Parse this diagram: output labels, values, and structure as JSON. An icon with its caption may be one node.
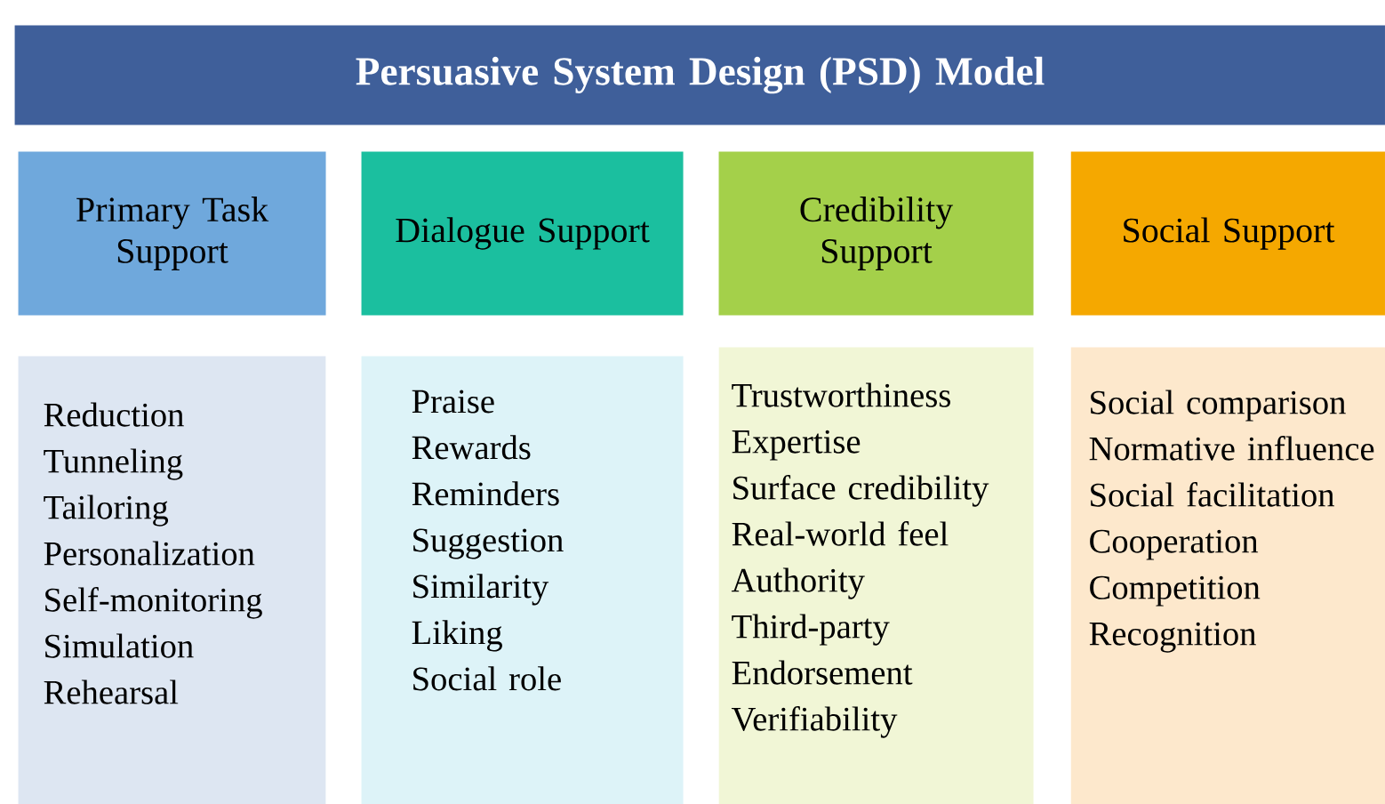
{
  "diagram": {
    "nodes": [
      {
        "text": [
          "Persuasive System Design (PSD) Model"
        ]
      },
      {
        "text": [
          "Primary Task Support"
        ]
      },
      {
        "text": [
          "Dialogue Support"
        ]
      },
      {
        "text": [
          "Credibility Support"
        ]
      },
      {
        "text": [
          "Social Support"
        ]
      },
      {
        "text": [
          "Reduction",
          "Tunneling",
          "Tailoring",
          "Personalization",
          "Self-monitoring",
          "Simulation",
          "Rehearsal"
        ]
      },
      {
        "text": [
          "Praise",
          "Rewards",
          "Reminders",
          "Suggestion",
          "Similarity",
          "Liking",
          "Social role"
        ]
      },
      {
        "text": [
          "Trustworthiness",
          "Expertise",
          "Surface credibility",
          "Real-world feel",
          "Authority",
          "Third-party Endorsement",
          "Verifiability"
        ]
      },
      {
        "text": [
          "Social comparison",
          "Normative influence",
          "Social facilitation",
          "Cooperation",
          "Competition",
          "Recognition"
        ]
      }
    ]
  }
}
